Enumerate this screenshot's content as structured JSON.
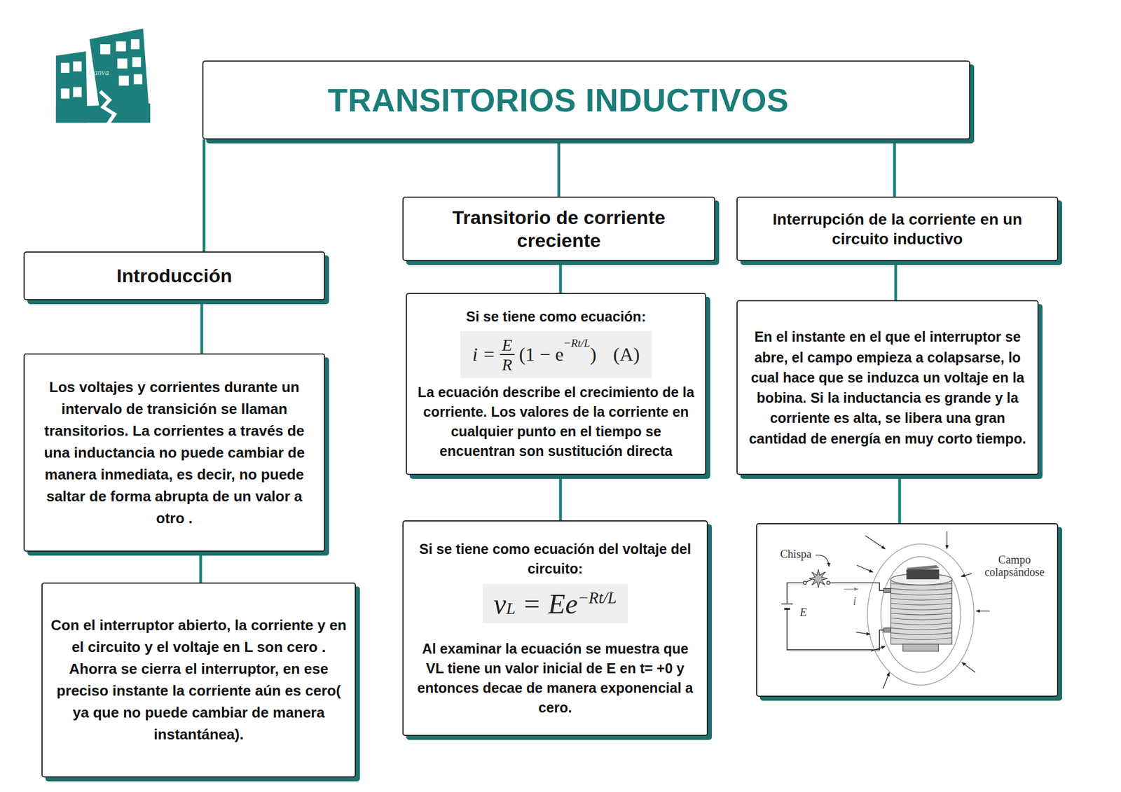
{
  "diagram": {
    "nodes": [
      {
        "text": [
          "TRANSITORIOS INDUCTIVOS"
        ]
      },
      {
        "text": [
          "Introducción"
        ]
      },
      {
        "text": [
          "Los voltajes y corrientes durante un intervalo de transición se llaman transitorios. La corrientes a través de una inductancia no puede cambiar de manera inmediata, es decir, no puede saltar de forma abrupta de un valor a otro ."
        ]
      },
      {
        "text": [
          "Con el interruptor abierto, la corriente y en el circuito y el voltaje en L son cero . Ahorra se cierra el interruptor, en ese preciso instante la corriente aún es cero( ya que no puede cambiar de manera instantánea)."
        ]
      },
      {
        "text": [
          "Transitorio de corriente creciente"
        ]
      },
      {
        "text": [
          "Si se tiene como ecuación:",
          "i =",
          "E",
          "R",
          "(1 − e",
          "−Rt/L",
          ")",
          "(A)",
          "La ecuación describe el crecimiento de la corriente. Los valores de la corriente en cualquier punto en el tiempo se encuentran son sustitución directa"
        ]
      },
      {
        "text": [
          "Si se tiene como ecuación del voltaje del circuito:",
          "v",
          "L",
          "= Ee",
          "−Rt/L",
          "Al examinar la ecuación se muestra que VL tiene un valor inicial de E en t= +0 y entonces decae de manera exponencial a cero."
        ]
      },
      {
        "text": [
          "Interrupción de la corriente en un circuito inductivo"
        ]
      },
      {
        "text": [
          "En el instante en el que el interruptor se abre, el campo empieza a colapsarse, lo cual hace que se induzca un voltaje en la bobina. Si la inductancia es grande y la corriente es alta, se libera una gran cantidad de energía en muy corto tiempo."
        ]
      },
      {
        "text": [
          "Chispa",
          "Campo colapsándose",
          "E",
          "i"
        ]
      }
    ],
    "edges": [
      {
        "from": 0,
        "to": 1,
        "arrow": "none"
      },
      {
        "from": 0,
        "to": 4,
        "arrow": "none"
      },
      {
        "from": 0,
        "to": 7,
        "arrow": "none"
      },
      {
        "from": 1,
        "to": 2,
        "arrow": "none"
      },
      {
        "from": 2,
        "to": 3,
        "arrow": "none"
      },
      {
        "from": 4,
        "to": 5,
        "arrow": "none"
      },
      {
        "from": 5,
        "to": 6,
        "arrow": "none"
      },
      {
        "from": 7,
        "to": 8,
        "arrow": "none"
      },
      {
        "from": 8,
        "to": 9,
        "arrow": "none"
      }
    ],
    "labels": [
      "Canva"
    ]
  }
}
